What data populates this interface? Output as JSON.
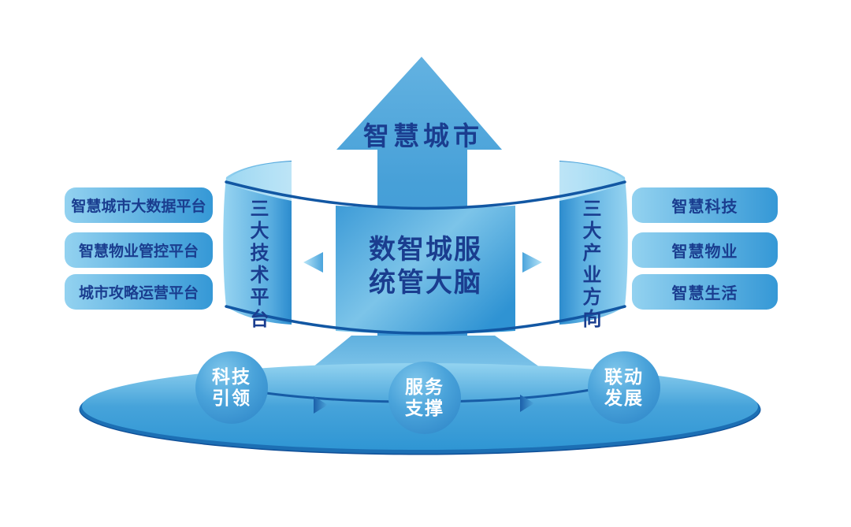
{
  "diagram": {
    "top_arrow": {
      "label": "智慧城市"
    },
    "cylinder": {
      "left_band_label": "三大技术平台",
      "right_band_label": "三大产业方向",
      "center_title_line1": "数智城服",
      "center_title_line2": "统管大脑"
    },
    "left_pills": [
      {
        "label": "智慧城市大数据平台"
      },
      {
        "label": "智慧物业管控平台"
      },
      {
        "label": "城市攻略运营平台"
      }
    ],
    "right_pills": [
      {
        "label": "智慧科技"
      },
      {
        "label": "智慧物业"
      },
      {
        "label": "智慧生活"
      }
    ],
    "spheres": [
      {
        "line1": "科技",
        "line2": "引领"
      },
      {
        "line1": "服务",
        "line2": "支撑"
      },
      {
        "line1": "联动",
        "line2": "发展"
      }
    ]
  },
  "palette": {
    "navy_text": "#1a3d8f",
    "rim_line": "#1257a3",
    "arrow_top": "#63b2e1",
    "arrow_bottom": "#3e98d5",
    "band_light": "#97d4f1",
    "band_dark": "#2d8ccd",
    "panel_light": "#7cc4e9",
    "panel_dark": "#2f93d3",
    "pill_light": "#93d2f0",
    "pill_dark": "#3598d6",
    "sphere_light": "#7fc6eb",
    "sphere_mid": "#4aa3da",
    "sphere_dark": "#2a82c6",
    "sphere_text": "#ffffff",
    "platform_light": "#93d3f0",
    "platform_dark": "#2f96d4",
    "platform_rim": "#1c6fb4",
    "platform_edge": "#0f4f97",
    "connector": "#175ca6"
  }
}
